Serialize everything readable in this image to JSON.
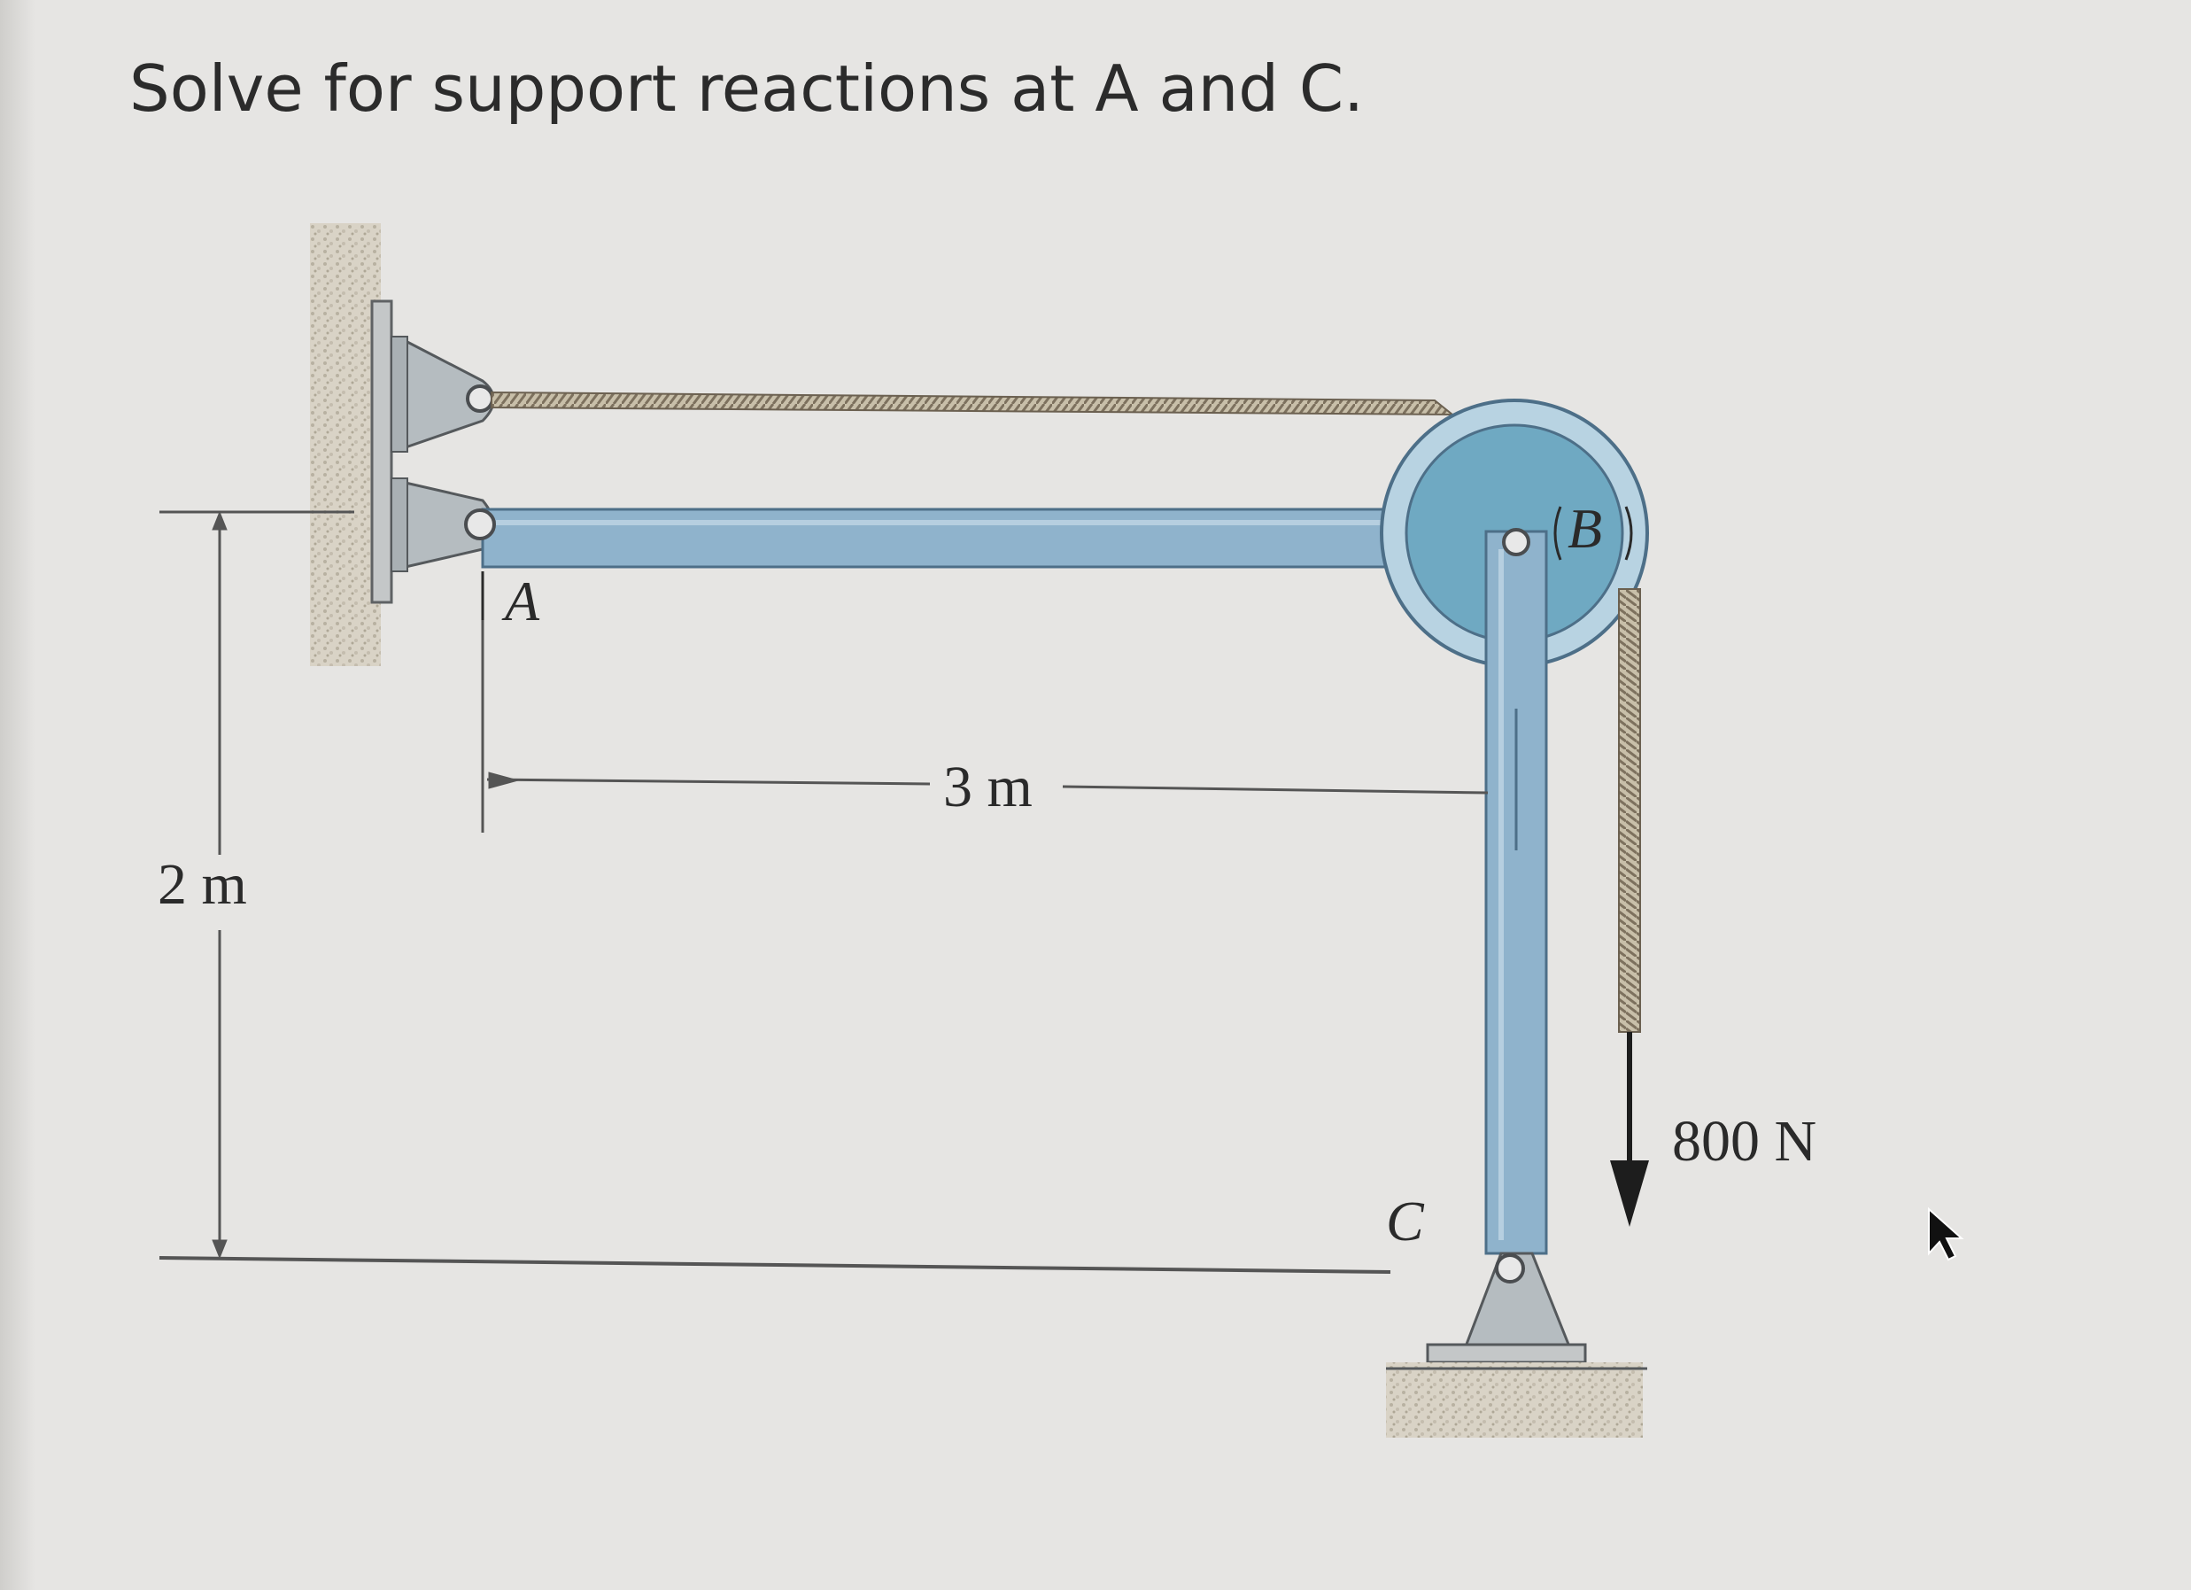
{
  "question": {
    "text": "Solve for support reactions at A and C."
  },
  "diagram": {
    "labels": {
      "point_a": "A",
      "point_b": "B",
      "point_c": "C",
      "dim_horizontal": "3 m",
      "dim_vertical": "2 m",
      "load": "800 N"
    },
    "colors": {
      "member_fill": "#8fb3cc",
      "member_edge": "#4d6f88",
      "pulley_fill": "#6fa9c2",
      "pulley_rim": "#b8d3e2",
      "bracket_fill": "#b5bcc0",
      "rope": "#8a7d6a",
      "ground_hatch": "#c9c3b5"
    }
  }
}
